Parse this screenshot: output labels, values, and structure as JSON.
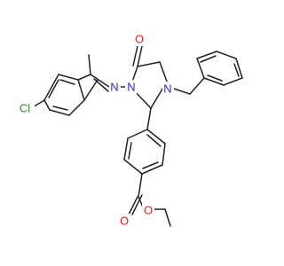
{
  "molecule": {
    "atom_labels": {
      "chlorine": "Cl",
      "imine_nitrogen": "N",
      "ring_nitrogen_amide": "N",
      "ring_nitrogen_amine": "N",
      "carbonyl_oxygen": "O",
      "ester_carbonyl_oxygen": "O",
      "ester_ether_oxygen": "O"
    },
    "colors": {
      "bond": "#222222",
      "chlorine": "#2e8b2e",
      "nitrogen": "#2b2bcc",
      "oxygen": "#e02020"
    }
  }
}
